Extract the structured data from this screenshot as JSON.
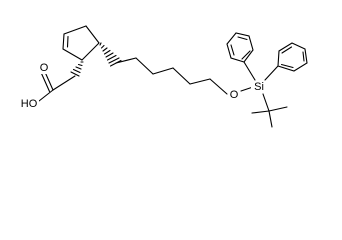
{
  "structure": {
    "labels": {
      "carboxylic_acid_carbonyl_O": "O",
      "hydroxyl": "HO",
      "silyl_ether_O": "O",
      "silicon": "Si"
    }
  }
}
